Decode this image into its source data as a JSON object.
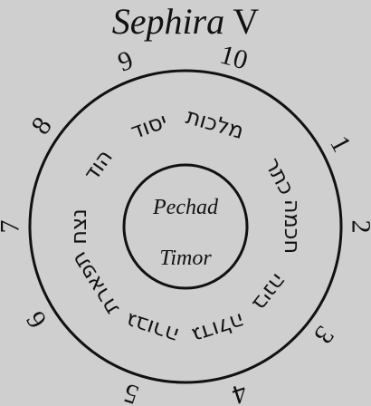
{
  "title": {
    "main": "Sephira",
    "numeral": "V"
  },
  "center": {
    "top": "Pechad",
    "bottom": "Timor"
  },
  "numbers": [
    "1",
    "2",
    "3",
    "4",
    "5",
    "6",
    "7",
    "8",
    "9",
    "10"
  ],
  "hebrew": [
    "כתר",
    "חכמה",
    "בינה",
    "גדולה",
    "גבורה",
    "תפארת",
    "נצח",
    "הוד",
    "יסוד",
    "מלכות"
  ],
  "colors": {
    "background": "#cfcfcf",
    "ink": "#111111"
  }
}
